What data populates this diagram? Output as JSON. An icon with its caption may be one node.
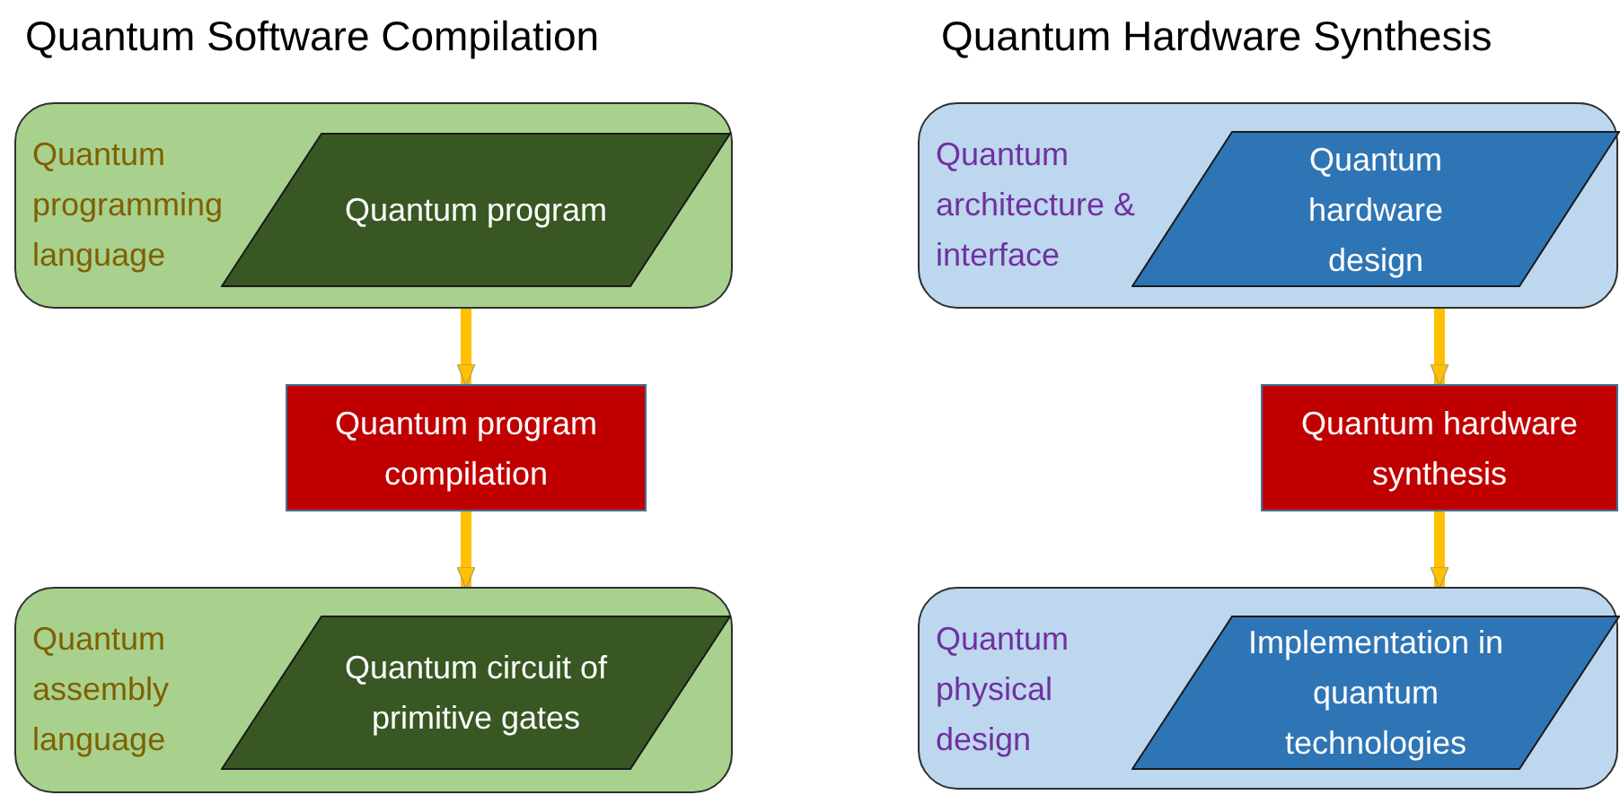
{
  "diagram": {
    "nodes": [
      {
        "text": [
          "Quantum programming language"
        ]
      },
      {
        "text": [
          "Quantum program"
        ],
        "in": 0
      },
      {
        "text": [
          "Quantum program compilation"
        ]
      },
      {
        "text": [
          "Quantum assembly language"
        ]
      },
      {
        "text": [
          "Quantum circuit of primitive gates"
        ],
        "in": 3
      },
      {
        "text": [
          "Quantum architecture & interface"
        ]
      },
      {
        "text": [
          "Quantum hardware design"
        ],
        "in": 5
      },
      {
        "text": [
          "Quantum hardware synthesis"
        ]
      },
      {
        "text": [
          "Quantum physical design"
        ]
      },
      {
        "text": [
          "Implementation in quantum technologies"
        ],
        "in": 8
      }
    ],
    "edges": [
      {
        "from": 0,
        "to": 2,
        "arrow": "to"
      },
      {
        "from": 2,
        "to": 3,
        "arrow": "to"
      },
      {
        "from": 5,
        "to": 7,
        "arrow": "to"
      },
      {
        "from": 7,
        "to": 8,
        "arrow": "to"
      }
    ],
    "labels": [
      "Quantum Software Compilation",
      "Quantum Hardware Synthesis"
    ]
  }
}
